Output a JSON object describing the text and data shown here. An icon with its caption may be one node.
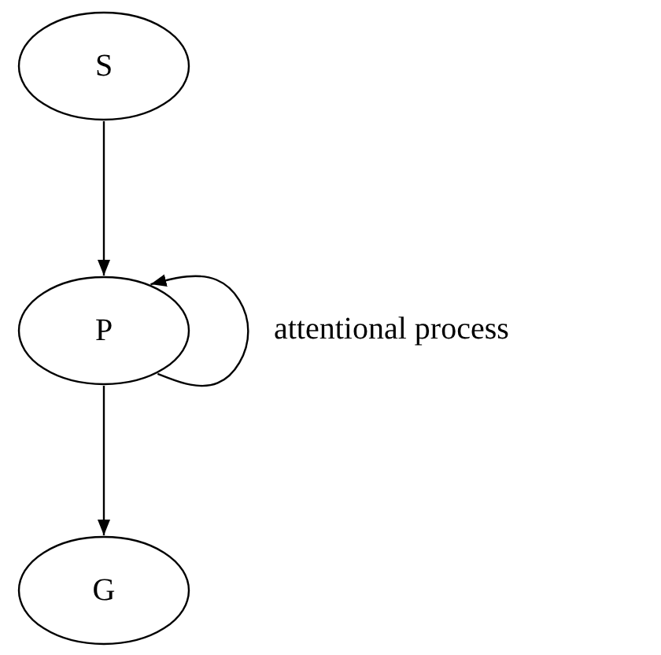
{
  "diagram": {
    "nodes": [
      {
        "text": [
          "S"
        ]
      },
      {
        "text": [
          "P"
        ]
      },
      {
        "text": [
          "G"
        ]
      }
    ],
    "edges": [
      {
        "from": 0,
        "to": 1,
        "arrow": "to"
      },
      {
        "from": 1,
        "to": 1,
        "arrow": "to",
        "label": "attentional process"
      },
      {
        "from": 1,
        "to": 2,
        "arrow": "to"
      }
    ]
  }
}
